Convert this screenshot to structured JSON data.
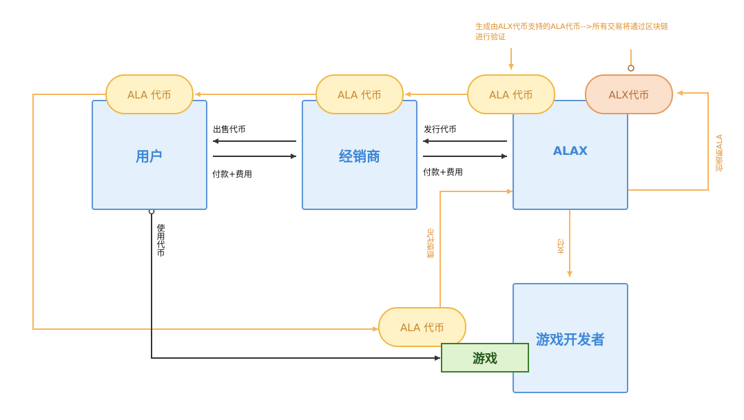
{
  "nodes": {
    "user": "用户",
    "dealer": "经销商",
    "alax": "ALAX",
    "dev": "游戏开发者",
    "game": "游戏"
  },
  "tokens": {
    "ala_user": "ALA 代币",
    "ala_dealer": "ALA 代币",
    "ala_alax": "ALA 代币",
    "alx": "ALX代币",
    "ala_game": "ALA 代币"
  },
  "edges": {
    "sell_tokens": "出售代币",
    "pay_fee_1": "付款+费用",
    "issue_tokens": "发行代币",
    "pay_fee_2": "付款+费用",
    "use_tokens": "使用代币",
    "burn_tokens": "燃烧代币",
    "pay": "支付",
    "create_new_ala": "创造新ALA"
  },
  "note": "生成由ALX代币支持的ALA代币-->所有交易将通过区块链进行验证",
  "colors": {
    "flow_orange": "#f7b55a",
    "dark_arrow": "#333333",
    "box_fill": "#e4f0fb",
    "box_border": "#5b95d6",
    "label_orange": "#e0902f"
  }
}
